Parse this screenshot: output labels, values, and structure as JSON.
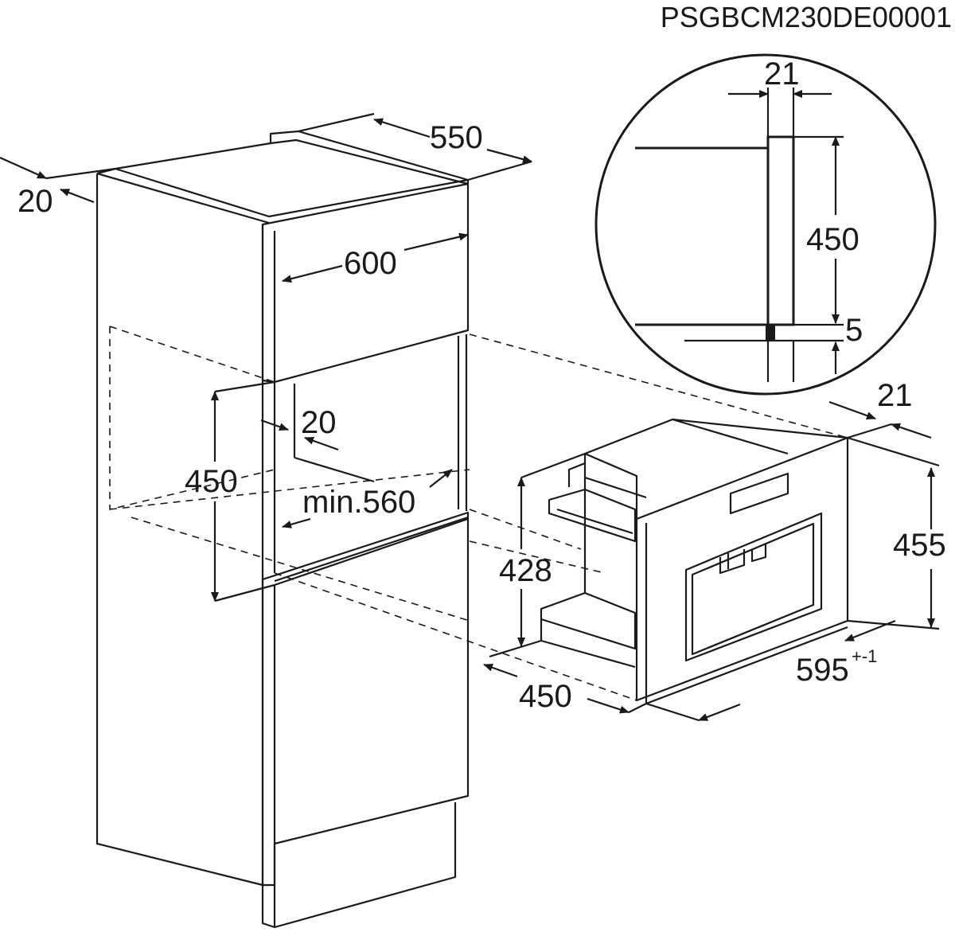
{
  "drawing": {
    "code": "PSGBCM230DE00001"
  },
  "cabinet": {
    "depth_top": "550",
    "front_offset": "20",
    "width": "600",
    "niche_height": "450",
    "niche_setback": "20",
    "niche_depth": "min.560"
  },
  "detail": {
    "panel_thickness": "21",
    "panel_height": "450",
    "gap": "5"
  },
  "appliance": {
    "frame_depth": "21",
    "front_height": "455",
    "body_height": "428",
    "body_depth": "450",
    "width": "595",
    "width_tolerance": "+-1"
  }
}
